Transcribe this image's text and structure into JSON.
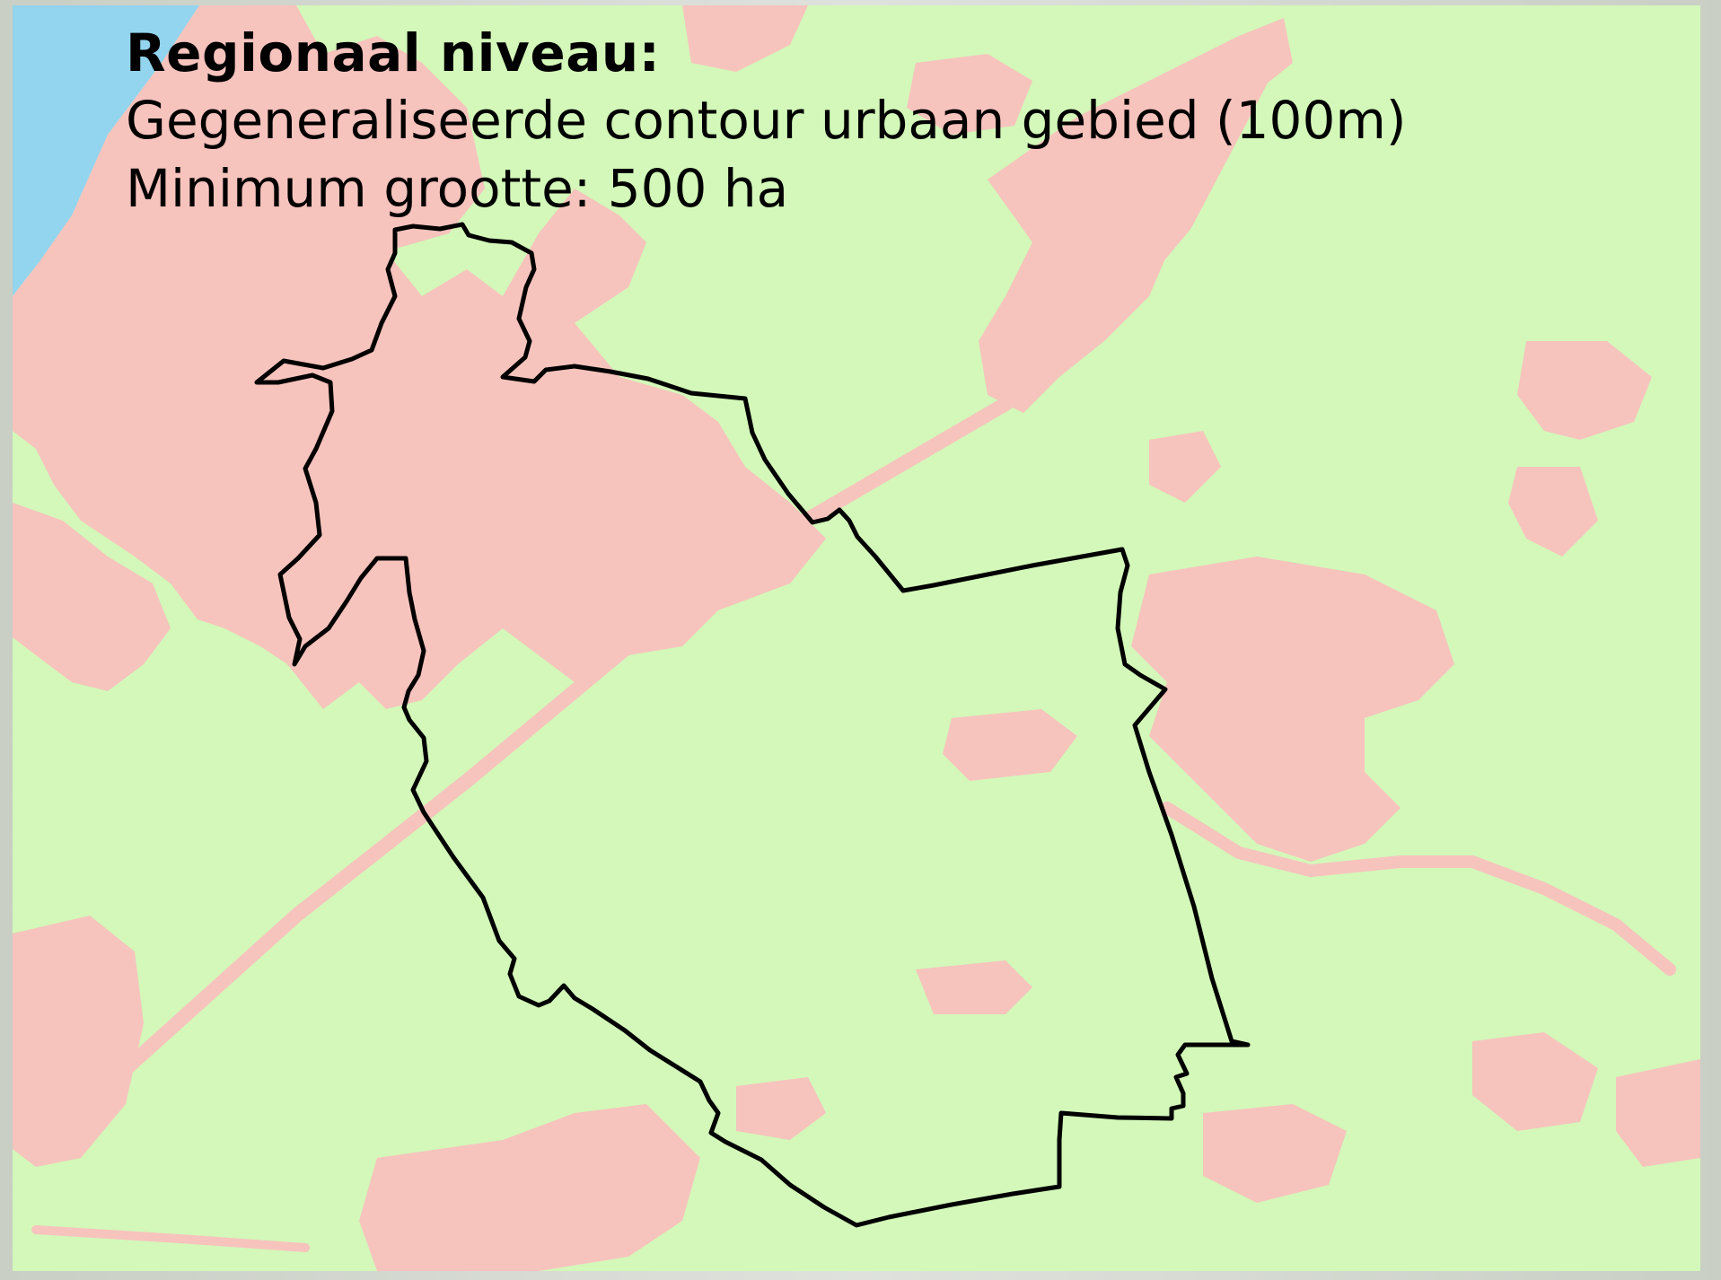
{
  "map": {
    "title": "Regionaal niveau:",
    "lines": [
      "Gegeneraliseerde contour urbaan gebied (100m)",
      "Minimum grootte: 500 ha"
    ],
    "colors": {
      "land": "#d3f8b9",
      "urban": "#f7c3bd",
      "water": "#93d4ee",
      "contour": "#000000",
      "frame": "#cfd3cc"
    },
    "layers": [
      "water",
      "rural-land",
      "urban-area",
      "municipal-contour"
    ]
  }
}
